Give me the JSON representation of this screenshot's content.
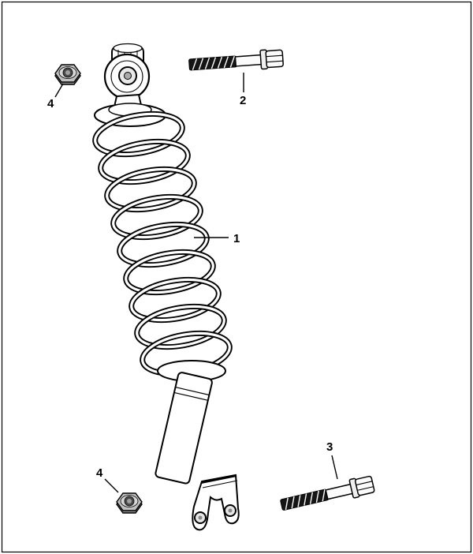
{
  "figure": {
    "type": "exploded-parts-diagram",
    "background_color": "#ffffff",
    "line_color": "#000000",
    "nut_fill_color": "#b8b8b8",
    "thread_fill_color": "#151515"
  },
  "callouts": {
    "shock_absorber": {
      "label": "1"
    },
    "upper_bolt": {
      "label": "2"
    },
    "lower_bolt": {
      "label": "3"
    },
    "upper_nut": {
      "label": "4"
    },
    "lower_nut": {
      "label": "4"
    }
  }
}
